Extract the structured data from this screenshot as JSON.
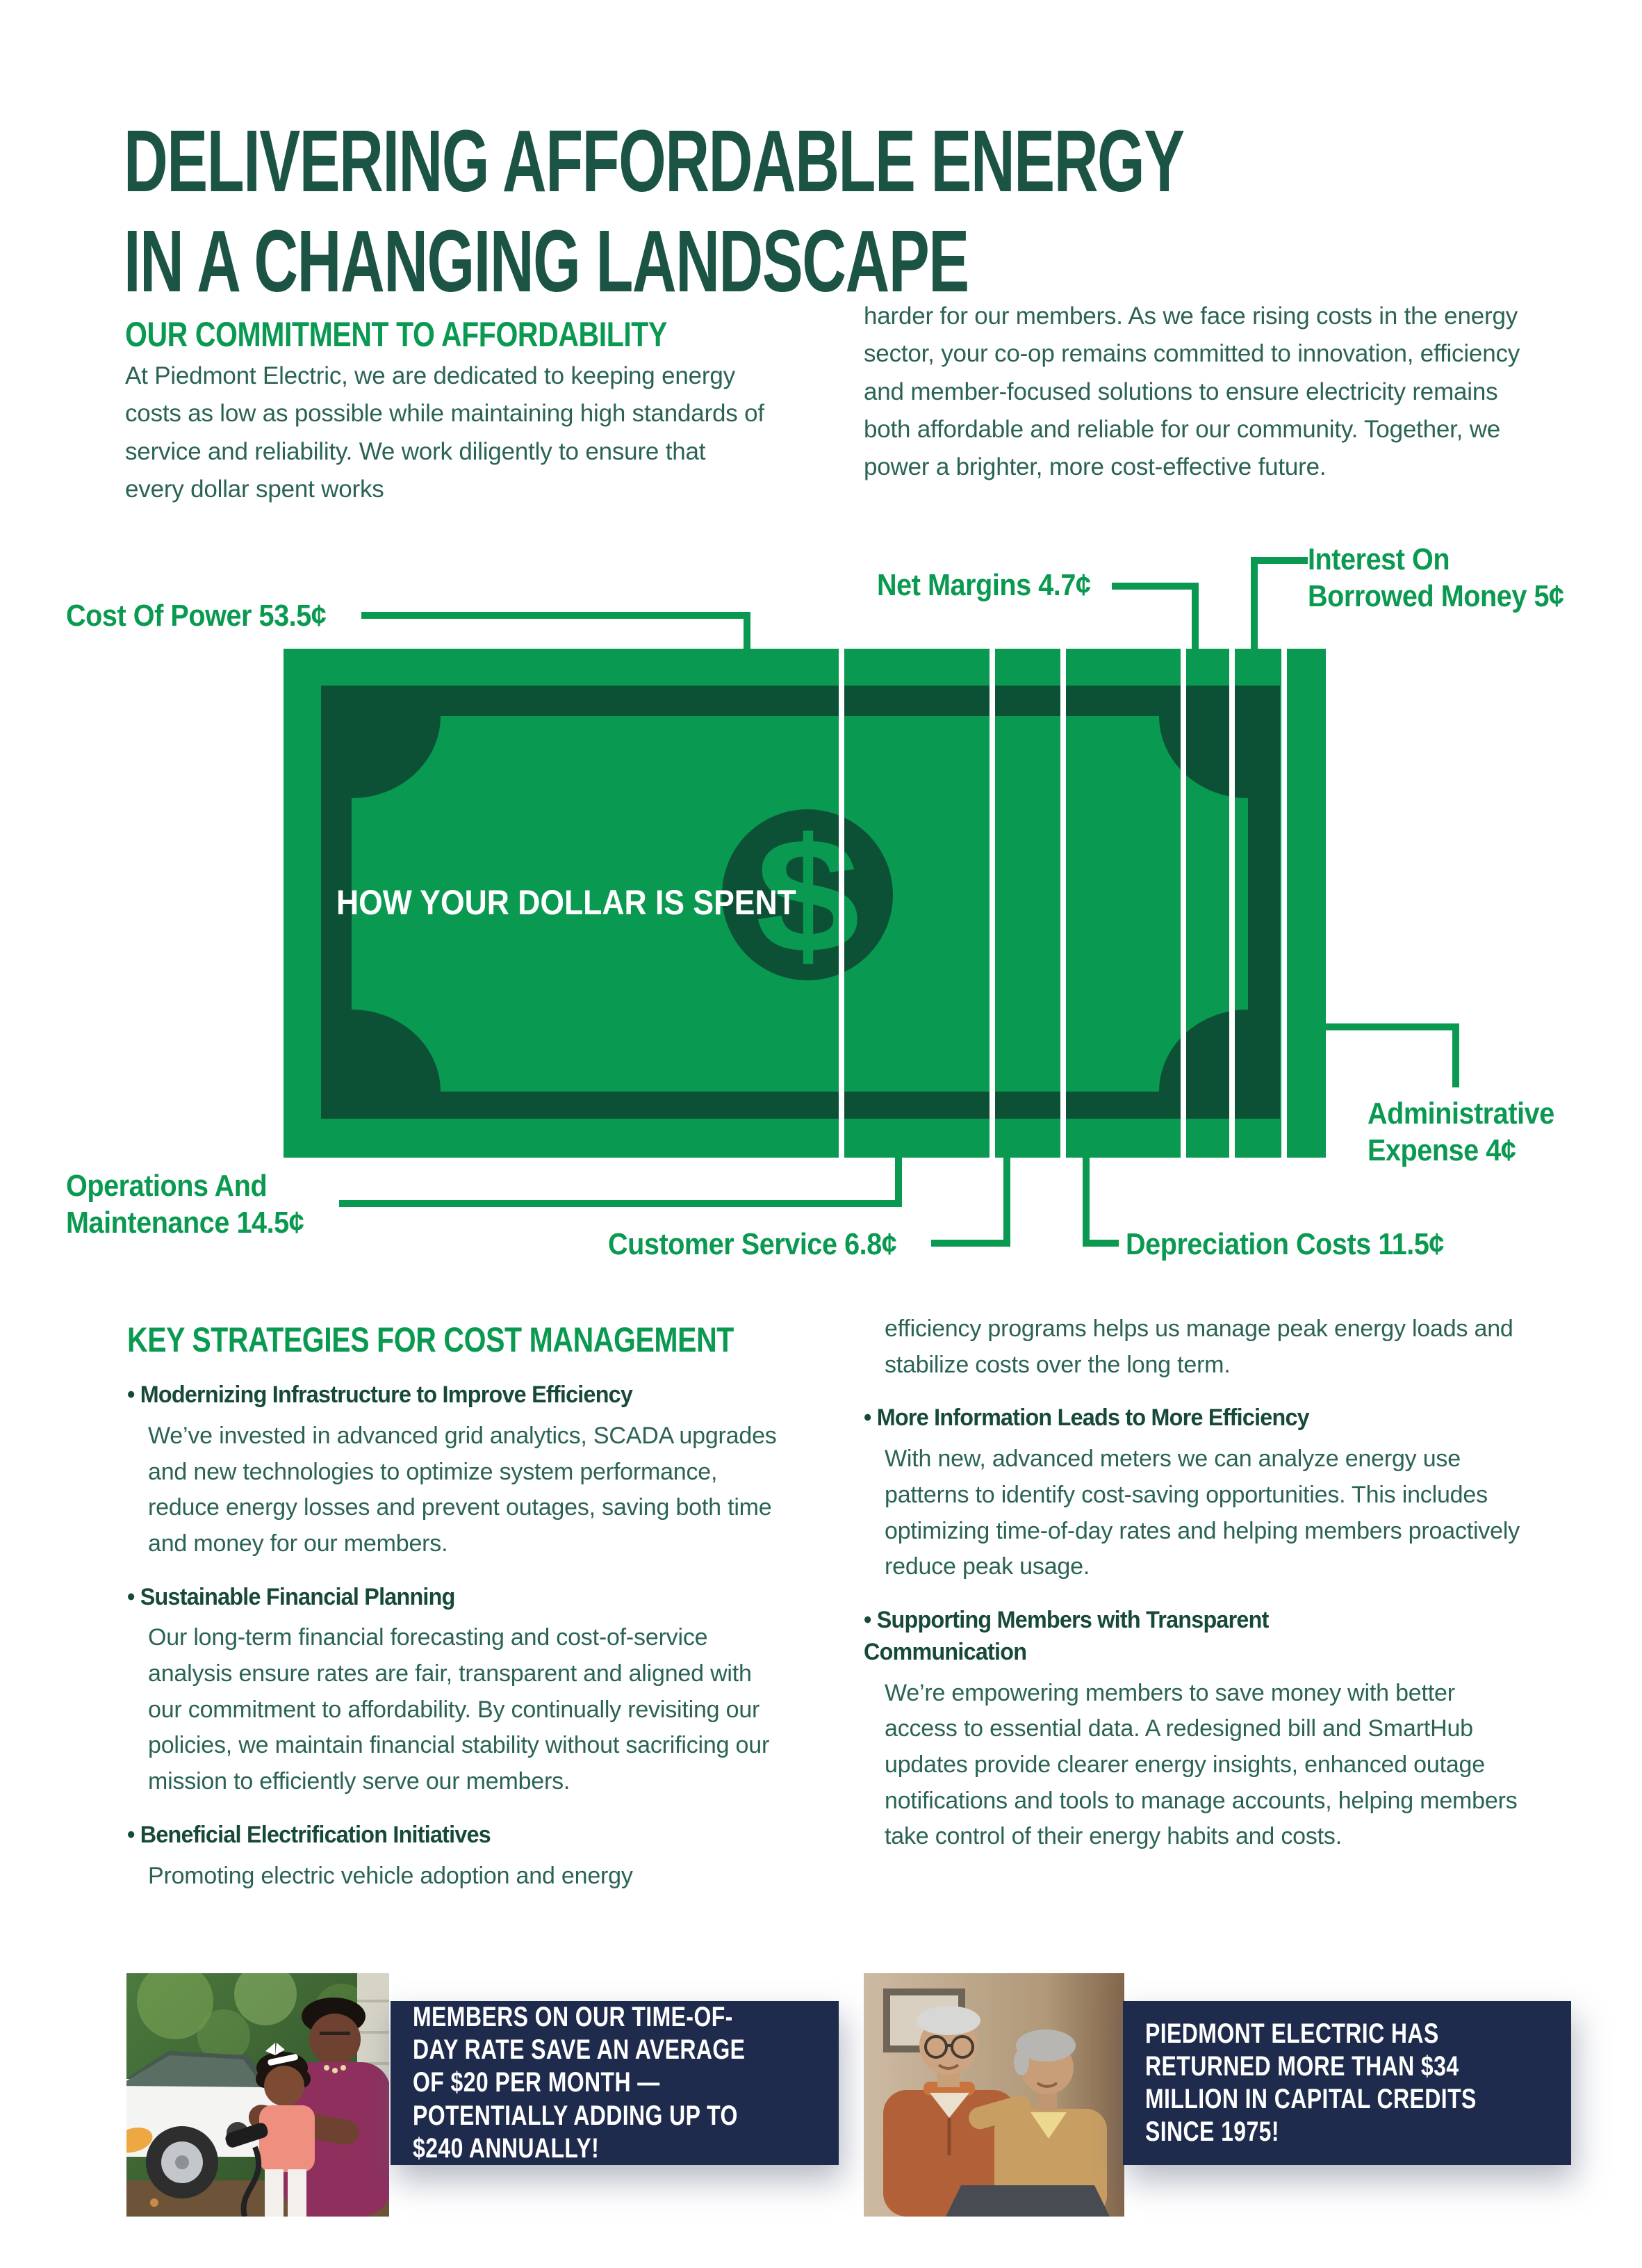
{
  "page": {
    "title_line1": "DELIVERING AFFORDABLE ENERGY",
    "title_line2": "IN A CHANGING LANDSCAPE"
  },
  "brand_colors": {
    "green": "#0a9950",
    "dark_green": "#0c5136",
    "title_green": "#1b5345",
    "body_green": "#2a6355",
    "navy": "#1f2b4d"
  },
  "commitment": {
    "heading": "OUR COMMITMENT TO AFFORDABILITY",
    "left_paragraph": "At Piedmont Electric, we are dedicated to keeping energy costs as low as possible while maintaining high standards of service and reliability. We work diligently to ensure that every dollar spent works",
    "right_paragraph": "harder for our members. As we face rising costs in the energy sector, your co-op remains committed to innovation, efficiency and member-focused solutions to ensure electricity remains both affordable and reliable for our community. Together, we power a brighter, more cost-effective future."
  },
  "dollar_graphic": {
    "headline": "HOW YOUR DOLLAR IS SPENT",
    "dollar_sign": "$",
    "segments": [
      {
        "name": "Cost Of Power",
        "cents": 53.5
      },
      {
        "name": "Operations And Maintenance",
        "cents": 14.5
      },
      {
        "name": "Customer Service",
        "cents": 6.8
      },
      {
        "name": "Depreciation Costs",
        "cents": 11.5
      },
      {
        "name": "Net Margins",
        "cents": 4.7
      },
      {
        "name": "Interest On Borrowed Money",
        "cents": 5
      },
      {
        "name": "Administrative Expense",
        "cents": 4
      }
    ],
    "labels": {
      "cost": "Cost Of Power 53.5¢",
      "net_margins": "Net Margins 4.7¢",
      "interest_line1": "Interest On",
      "interest_line2": "Borrowed Money 5¢",
      "admin_line1": "Administrative",
      "admin_line2": "Expense 4¢",
      "operations_line1": "Operations And",
      "operations_line2": "Maintenance 14.5¢",
      "customer_service": "Customer Service 6.8¢",
      "depreciation": "Depreciation Costs 11.5¢"
    }
  },
  "strategies": {
    "heading": "KEY STRATEGIES FOR COST MANAGEMENT",
    "left_column": [
      {
        "title": "Modernizing Infrastructure to Improve Efficiency",
        "body": "We’ve invested in advanced grid analytics, SCADA upgrades and new technologies to optimize system performance, reduce energy losses and prevent outages, saving both time and money for our members."
      },
      {
        "title": "Sustainable Financial Planning",
        "body": "Our long-term financial forecasting and cost-of-service analysis ensure rates are fair, transparent and aligned with our commitment to affordability. By continually revisiting our policies, we maintain financial stability without sacrificing our mission to efficiently serve our members."
      },
      {
        "title": "Beneficial Electrification Initiatives",
        "body": "Promoting electric vehicle adoption and energy"
      }
    ],
    "right_column": [
      {
        "title": "",
        "body": "efficiency programs helps us manage peak energy loads and stabilize costs over the long term."
      },
      {
        "title": "More Information Leads to More Efficiency",
        "body": "With new, advanced meters we can analyze energy use patterns to identify cost-saving opportunities. This includes optimizing time-of-day rates and helping members proactively reduce peak usage."
      },
      {
        "title": "Supporting Members with Transparent\nCommunication",
        "body": "We’re empowering members to save money with better access to essential data. A redesigned bill and SmartHub updates provide clearer energy insights, enhanced outage notifications and tools to manage accounts, helping members take control of their energy habits and costs."
      }
    ]
  },
  "callouts": {
    "time_of_day": "MEMBERS ON OUR TIME-OF-DAY RATE SAVE AN AVERAGE OF $20 PER MONTH — POTENTIALLY ADDING UP TO $240 ANNUALLY!",
    "capital_credits": "PIEDMONT ELECTRIC HAS RETURNED MORE THAN $34 MILLION IN CAPITAL CREDITS SINCE 1975!"
  },
  "photos": {
    "left": "family-charging-electric-vehicle",
    "right": "senior-couple-reviewing-bill-on-laptop"
  }
}
